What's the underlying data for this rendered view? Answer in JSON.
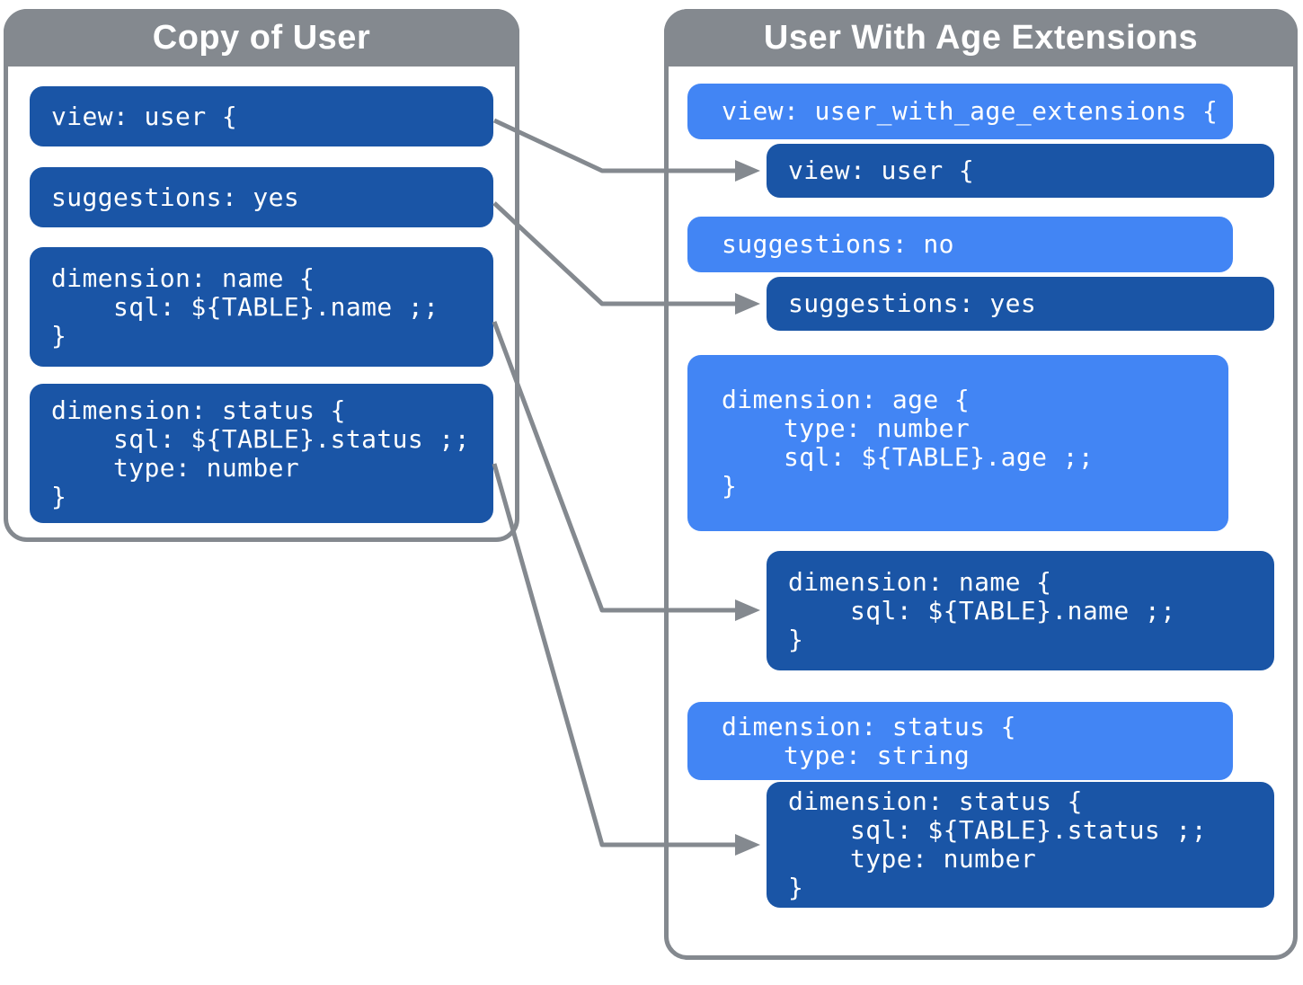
{
  "colors": {
    "panel_gray": "#84898F",
    "dark_blue": "#1A55A6",
    "light_blue": "#4285F4",
    "text_white": "#FFFFFF",
    "background": "#FFFFFF"
  },
  "left_panel": {
    "title": "Copy of User",
    "blocks": [
      {
        "style": "dark",
        "lines": [
          "view: user {"
        ]
      },
      {
        "style": "dark",
        "lines": [
          "suggestions: yes"
        ]
      },
      {
        "style": "dark",
        "lines": [
          "dimension: name {",
          "    sql: ${TABLE}.name ;;",
          "}"
        ]
      },
      {
        "style": "dark",
        "lines": [
          "dimension: status {",
          "    sql: ${TABLE}.status ;;",
          "    type: number",
          "}"
        ]
      }
    ]
  },
  "right_panel": {
    "title": "User With Age Extensions",
    "blocks": [
      {
        "style": "light",
        "lines": [
          "view: user_with_age_extensions {"
        ]
      },
      {
        "style": "dark",
        "lines": [
          "view: user {"
        ]
      },
      {
        "style": "light",
        "lines": [
          "suggestions: no"
        ]
      },
      {
        "style": "dark",
        "lines": [
          "suggestions: yes"
        ]
      },
      {
        "style": "light",
        "lines": [
          "dimension: age {",
          "    type: number",
          "    sql: ${TABLE}.age ;;",
          "}"
        ]
      },
      {
        "style": "dark",
        "lines": [
          "dimension: name {",
          "    sql: ${TABLE}.name ;;",
          "}"
        ]
      },
      {
        "style": "light",
        "lines": [
          "dimension: status {",
          "    type: string"
        ]
      },
      {
        "style": "dark",
        "lines": [
          "dimension: status {",
          "    sql: ${TABLE}.status ;;",
          "    type: number",
          "}"
        ]
      }
    ]
  }
}
